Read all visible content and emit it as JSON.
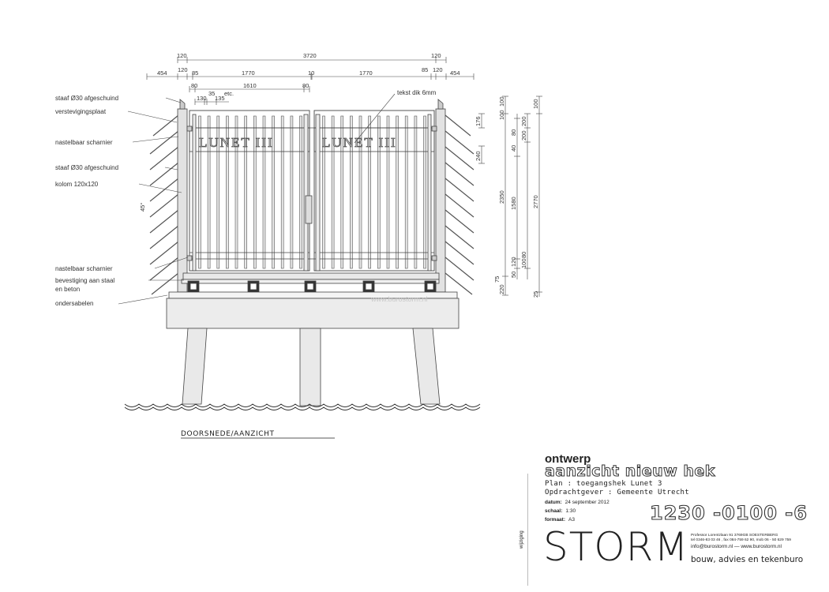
{
  "drawing": {
    "section_title": "DOORSNEDE/AANZICHT",
    "watermark": "www.burostorm.nl",
    "gate_text": [
      "LUNET III",
      "LUNET III"
    ],
    "labels": [
      "staaf Ø30 afgeschuind",
      "verstevigingsplaat",
      "nastelbaar scharnier",
      "staaf Ø30 afgeschuind",
      "kolom 120x120",
      "nastelbaar scharnier",
      "bevestiging aan staal",
      "en beton",
      "ondersabelen"
    ],
    "text_note": "tekst dik 6mm",
    "angle_label": "45°",
    "top_dims": {
      "row1": [
        "120",
        "3720",
        "120"
      ],
      "row2": [
        "454",
        "120",
        "85",
        "1770",
        "10",
        "1770",
        "85",
        "120",
        "454"
      ],
      "row3": [
        "80",
        "1610",
        "80"
      ],
      "row4": [
        "130",
        "35",
        "135",
        "etc."
      ]
    },
    "right_dims": {
      "col1": [
        "176",
        "240"
      ],
      "col2": [
        "100",
        "100",
        "2350",
        "75",
        "220"
      ],
      "col3": [
        "40",
        "80",
        "1580",
        "120",
        "50"
      ],
      "col4": [
        "200",
        "200",
        "100",
        "80"
      ],
      "col5": [
        "100",
        "2770",
        "25"
      ]
    }
  },
  "title_block": {
    "heading": "ontwerp",
    "title": "aanzicht nieuw hek",
    "plan": "Plan : toegangshek Lunet 3",
    "opdrachtgever": "Opdrachtgever : Gemeente Utrecht",
    "datum_label": "datum:",
    "datum_value": "24 september 2012",
    "schaal_label": "schaal:",
    "schaal_value": "1:30",
    "formaat_label": "formaat:",
    "formaat_value": "A3",
    "drawing_number": "1230 -0100 -6",
    "company": "STORM",
    "address": "Professor Lorentzlaan 91 3769GB SOESTERBERG",
    "phone": "tel 0346-83 03 46 , fax 084-759 62 90, mob 06 - 50 629 759",
    "email": "info@burostorm.nl — www.burostorm.nl",
    "tagline": "bouw, advies en tekenburo",
    "revision_label": "wijziging"
  }
}
